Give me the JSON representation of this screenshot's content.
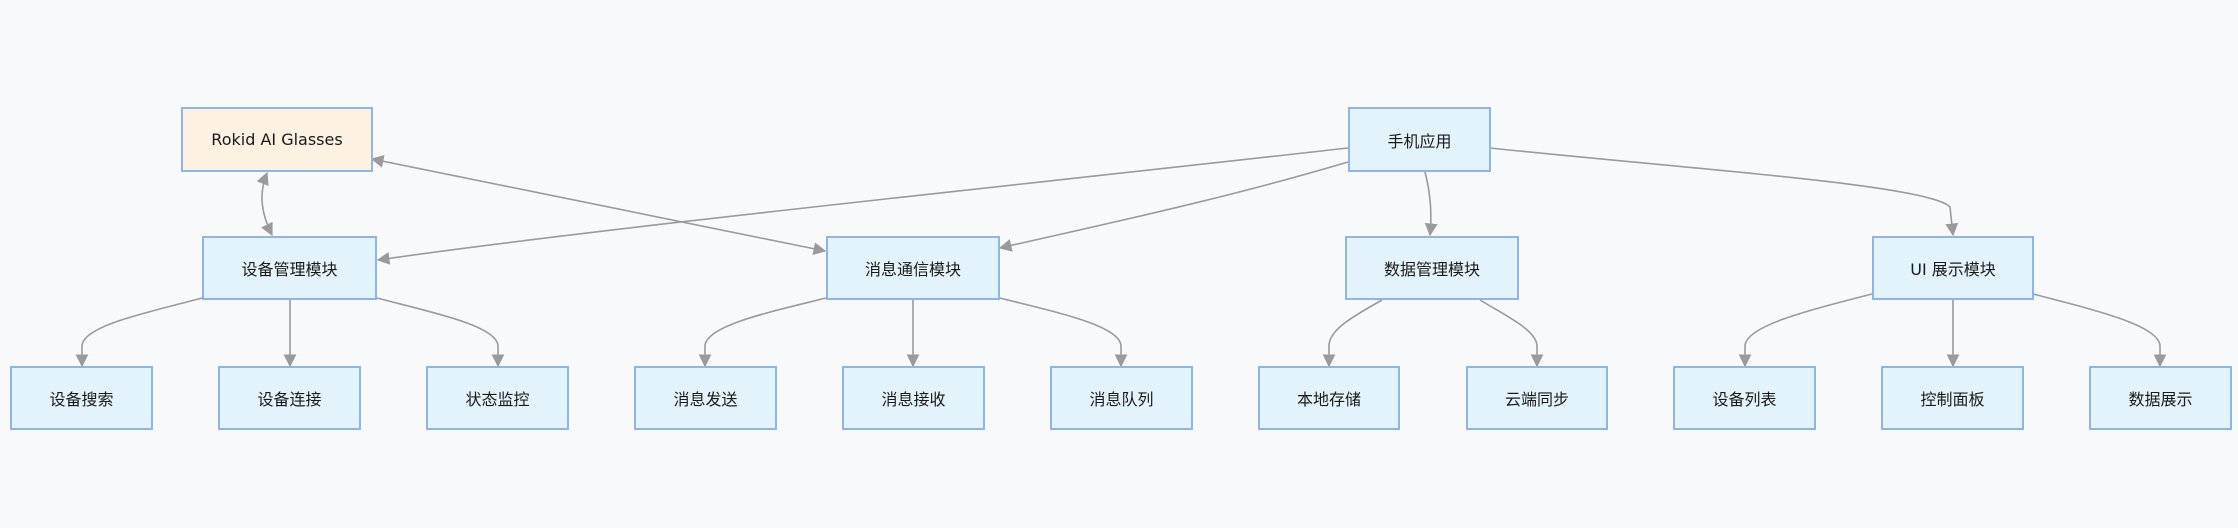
{
  "nodes": {
    "glasses": "Rokid AI Glasses",
    "phone": "手机应用",
    "device_mgmt": "设备管理模块",
    "msg_comm": "消息通信模块",
    "data_mgmt": "数据管理模块",
    "ui_display": "UI 展示模块",
    "device_search": "设备搜索",
    "device_connect": "设备连接",
    "status_monitor": "状态监控",
    "msg_send": "消息发送",
    "msg_recv": "消息接收",
    "msg_queue": "消息队列",
    "local_storage": "本地存储",
    "cloud_sync": "云端同步",
    "device_list": "设备列表",
    "control_panel": "控制面板",
    "data_display": "数据展示"
  },
  "colors": {
    "background": "#f8f9fb",
    "node_fill": "#e3f3fb",
    "node_border": "#8fb4e6",
    "device_fill": "#fdf1e1",
    "edge": "#9a9a9a"
  }
}
